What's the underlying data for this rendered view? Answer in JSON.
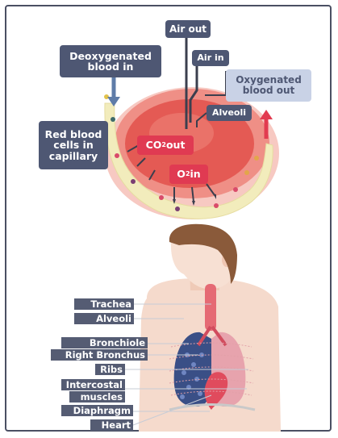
{
  "gas_exchange": {
    "air_out": "Air out",
    "air_in": "Air in",
    "deoxygenated_blood_in": "Deoxygenated blood in",
    "oxygenated_blood_out": "Oxygenated blood out",
    "alveoli": "Alveoli",
    "red_blood_cells": "Red blood cells in capillary",
    "co2_prefix": "CO",
    "co2_sub": "2",
    "co2_suffix": " out",
    "o2_prefix": "O",
    "o2_sub": "2",
    "o2_suffix": " in"
  },
  "body_labels": [
    {
      "text": "Trachea"
    },
    {
      "text": "Alveoli"
    },
    {
      "text": "Bronchiole"
    },
    {
      "text": "Right Bronchus"
    },
    {
      "text": "Ribs"
    },
    {
      "text": "Intercostal"
    },
    {
      "text": "muscles"
    },
    {
      "text": "Diaphragm"
    },
    {
      "text": "Heart"
    }
  ],
  "colors": {
    "label_bg": "#4e5773",
    "alveolus_outer": "#f3a7a3",
    "alveolus_inner": "#e9544f",
    "capillary": "#f2eec4",
    "arrow_blue": "#5f7ca8",
    "arrow_red": "#e23b50",
    "skin": "#f2d3c3",
    "hair": "#8a5a3a",
    "lung_left": "#e7a3ad",
    "lung_right": "#3a4f86"
  }
}
